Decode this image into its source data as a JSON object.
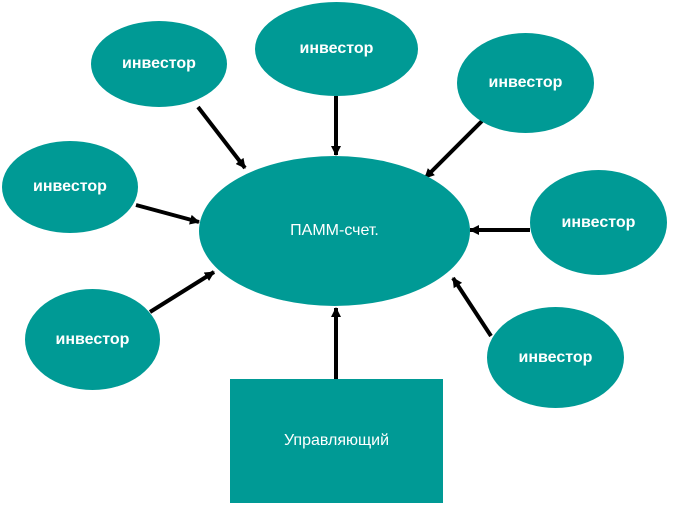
{
  "diagram": {
    "center": {
      "label": "ПАММ-счет."
    },
    "manager": {
      "label": "Управляющий"
    },
    "investors": [
      {
        "label": "инвестор"
      },
      {
        "label": "инвестор"
      },
      {
        "label": "инвестор"
      },
      {
        "label": "инвестор"
      },
      {
        "label": "инвестор"
      },
      {
        "label": "инвестор"
      },
      {
        "label": "инвестор"
      }
    ],
    "colors": {
      "node_fill": "#009a95",
      "text": "#ffffff",
      "arrow": "#000000"
    }
  }
}
